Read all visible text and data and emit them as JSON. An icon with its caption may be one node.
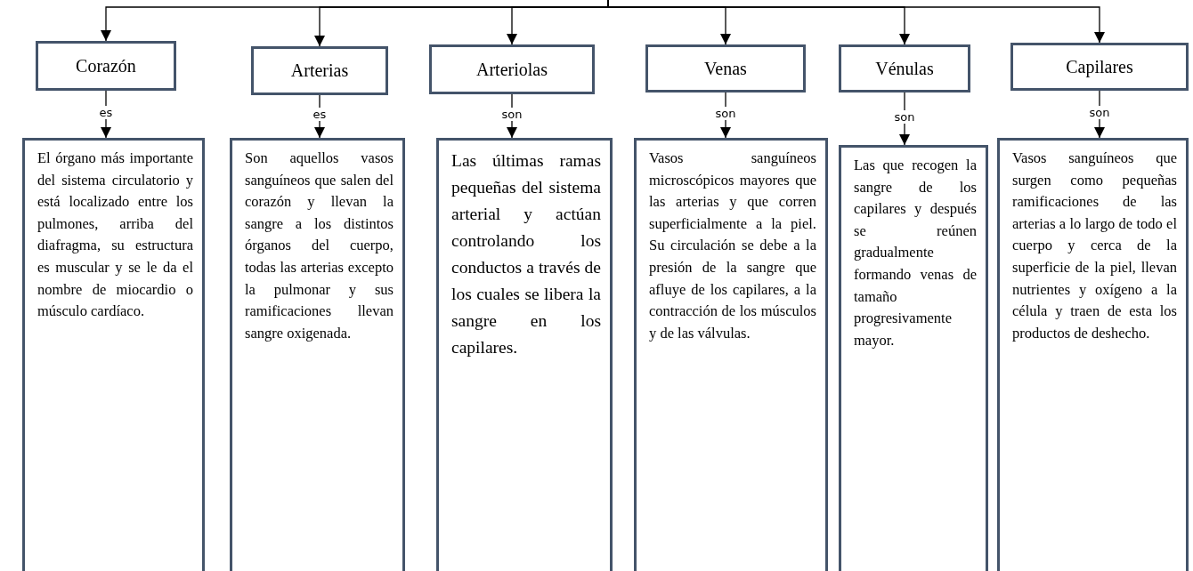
{
  "diagram": {
    "nodes": [
      {
        "text": [
          "Corazón"
        ]
      },
      {
        "text": [
          "Arterias"
        ]
      },
      {
        "text": [
          "Arteriolas"
        ]
      },
      {
        "text": [
          "Venas"
        ]
      },
      {
        "text": [
          "Vénulas"
        ]
      },
      {
        "text": [
          "Capilares"
        ]
      },
      {
        "text": [
          "El órgano más importante del sistema circulatorio y está localizado entre los pulmones, arriba del diafragma, su estructura es muscular y se le da el nombre de miocardio o músculo cardíaco."
        ]
      },
      {
        "text": [
          "Son aquellos vasos sanguíneos que salen del corazón y llevan la sangre a los distintos órganos del cuerpo, todas las arterias excepto la pulmonar y sus ramificaciones llevan sangre oxigenada."
        ]
      },
      {
        "text": [
          "Las últimas ramas pequeñas del sistema arterial y actúan controlando los conductos a través de los cuales se libera la sangre en los capilares."
        ]
      },
      {
        "text": [
          "Vasos sanguíneos microscópicos mayores que las arterias y que corren superficialmente a la piel. Su circulación se debe a la presión de la sangre que afluye de los capilares, a la contracción de los músculos y de las válvulas."
        ]
      },
      {
        "text": [
          "Las que recogen la sangre de los capilares y después se reúnen gradualmente formando venas de tamaño progresivamente mayor."
        ]
      },
      {
        "text": [
          "Vasos sanguíneos que surgen como pequeñas ramificaciones de las arterias a lo largo de todo el cuerpo y cerca de la superficie de la piel, llevan nutrientes y oxígeno a la célula y traen de esta los productos de deshecho."
        ]
      }
    ],
    "edges": [
      {
        "from": null,
        "to": 0,
        "arrow": "to"
      },
      {
        "from": null,
        "to": 1,
        "arrow": "to"
      },
      {
        "from": null,
        "to": 2,
        "arrow": "to"
      },
      {
        "from": null,
        "to": 3,
        "arrow": "to"
      },
      {
        "from": null,
        "to": 4,
        "arrow": "to"
      },
      {
        "from": null,
        "to": 5,
        "arrow": "to"
      },
      {
        "from": 0,
        "to": 6,
        "arrow": "to",
        "label": "es"
      },
      {
        "from": 1,
        "to": 7,
        "arrow": "to",
        "label": "es"
      },
      {
        "from": 2,
        "to": 8,
        "arrow": "to",
        "label": "son"
      },
      {
        "from": 3,
        "to": 9,
        "arrow": "to",
        "label": "son"
      },
      {
        "from": 4,
        "to": 10,
        "arrow": "to",
        "label": "son"
      },
      {
        "from": 5,
        "to": 11,
        "arrow": "to",
        "label": "son"
      }
    ]
  }
}
